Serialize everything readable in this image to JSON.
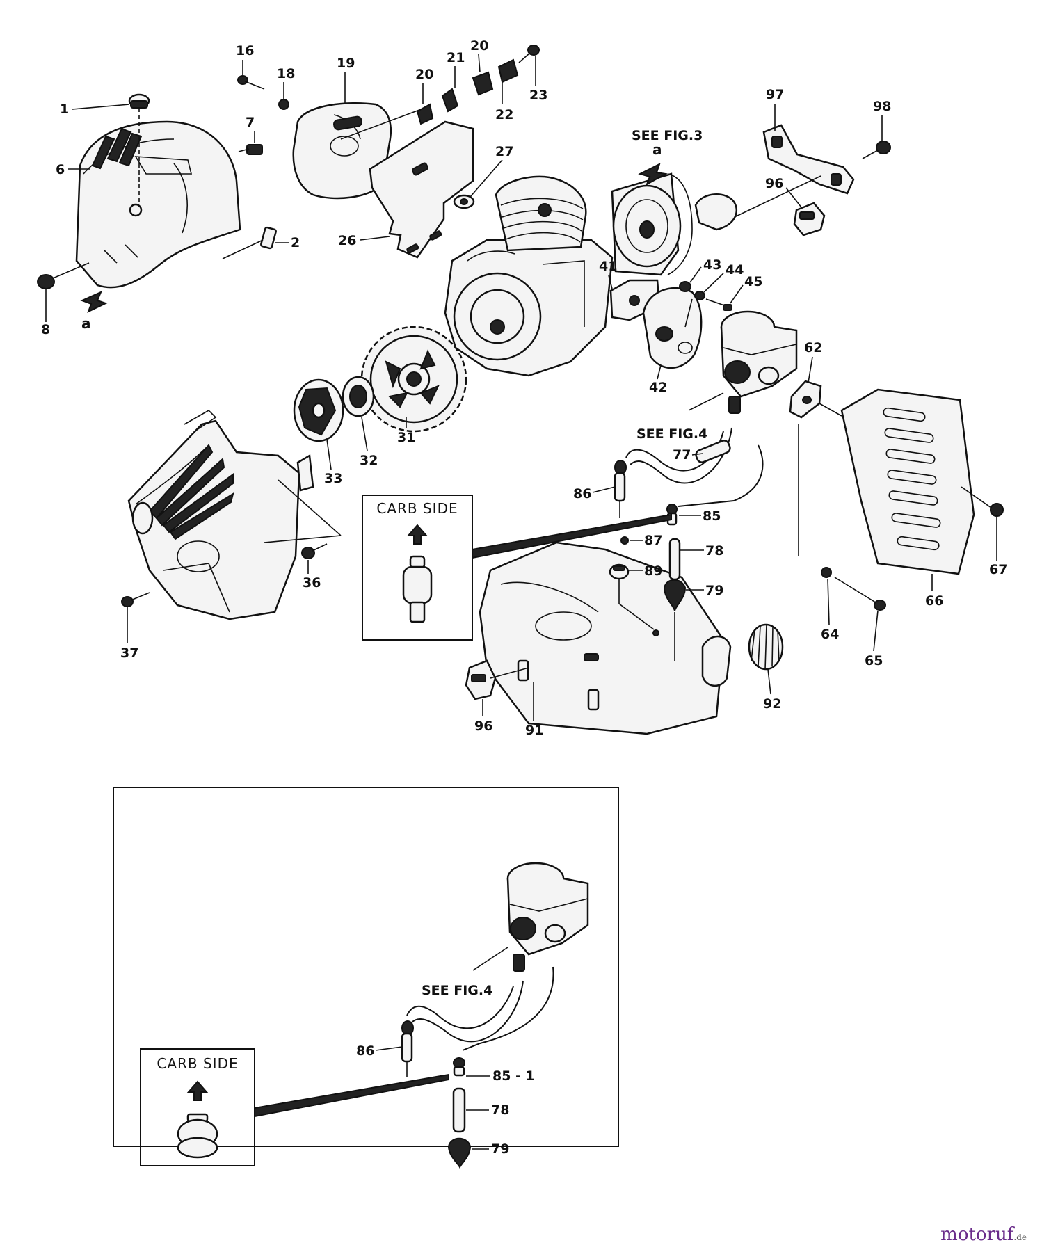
{
  "watermark": {
    "brand": "motoruf",
    "suffix": ".de"
  },
  "references": {
    "fig3": "SEE FIG.3",
    "fig4_main": "SEE FIG.4",
    "fig4_inset": "SEE FIG.4",
    "arrow_a_top": "a",
    "arrow_a_left": "a"
  },
  "callout_main": {
    "title": "CARB SIDE"
  },
  "callout_inset": {
    "title": "CARB SIDE"
  },
  "labels": {
    "p1": "1",
    "p2": "2",
    "p6": "6",
    "p7": "7",
    "p8": "8",
    "p16": "16",
    "p18": "18",
    "p19": "19",
    "p20a": "20",
    "p20b": "20",
    "p21": "21",
    "p22": "22",
    "p23": "23",
    "p26": "26",
    "p27": "27",
    "p31": "31",
    "p32": "32",
    "p33": "33",
    "p36": "36",
    "p37": "37",
    "p41": "41",
    "p42": "42",
    "p43": "43",
    "p44": "44",
    "p45": "45",
    "p62": "62",
    "p64": "64",
    "p65": "65",
    "p66": "66",
    "p67": "67",
    "p77": "77",
    "p78": "78",
    "p79": "79",
    "p85": "85",
    "p86": "86",
    "p87": "87",
    "p89": "89",
    "p91": "91",
    "p92": "92",
    "p96a": "96",
    "p96b": "96",
    "p97": "97",
    "p98": "98"
  },
  "inset_labels": {
    "p86": "86",
    "p85_1": "85 - 1",
    "p78": "78",
    "p79": "79"
  }
}
